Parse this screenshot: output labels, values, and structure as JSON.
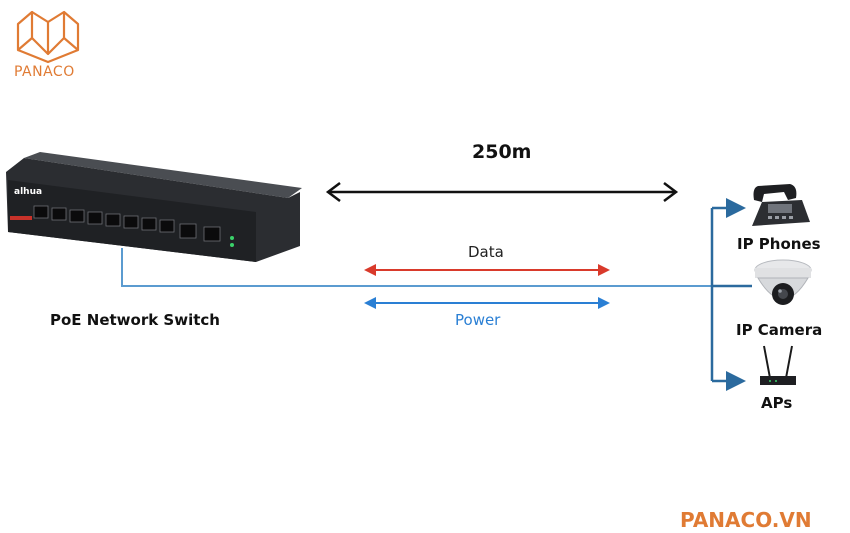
{
  "brand": {
    "logo_text": "PANACO",
    "footer_text": "PANACO.VN",
    "color": "#e07b34"
  },
  "switch": {
    "label": "PoE Network Switch",
    "brand_mark": "alhua"
  },
  "distance": {
    "label": "250m"
  },
  "signals": {
    "data_label": "Data",
    "data_color": "#d93a2b",
    "power_label": "Power",
    "power_color": "#2a7fd4"
  },
  "devices": [
    {
      "label": "IP Phones",
      "icon": "ip-phone-icon"
    },
    {
      "label": "IP Camera",
      "icon": "ip-camera-icon"
    },
    {
      "label": "APs",
      "icon": "access-point-icon"
    }
  ]
}
